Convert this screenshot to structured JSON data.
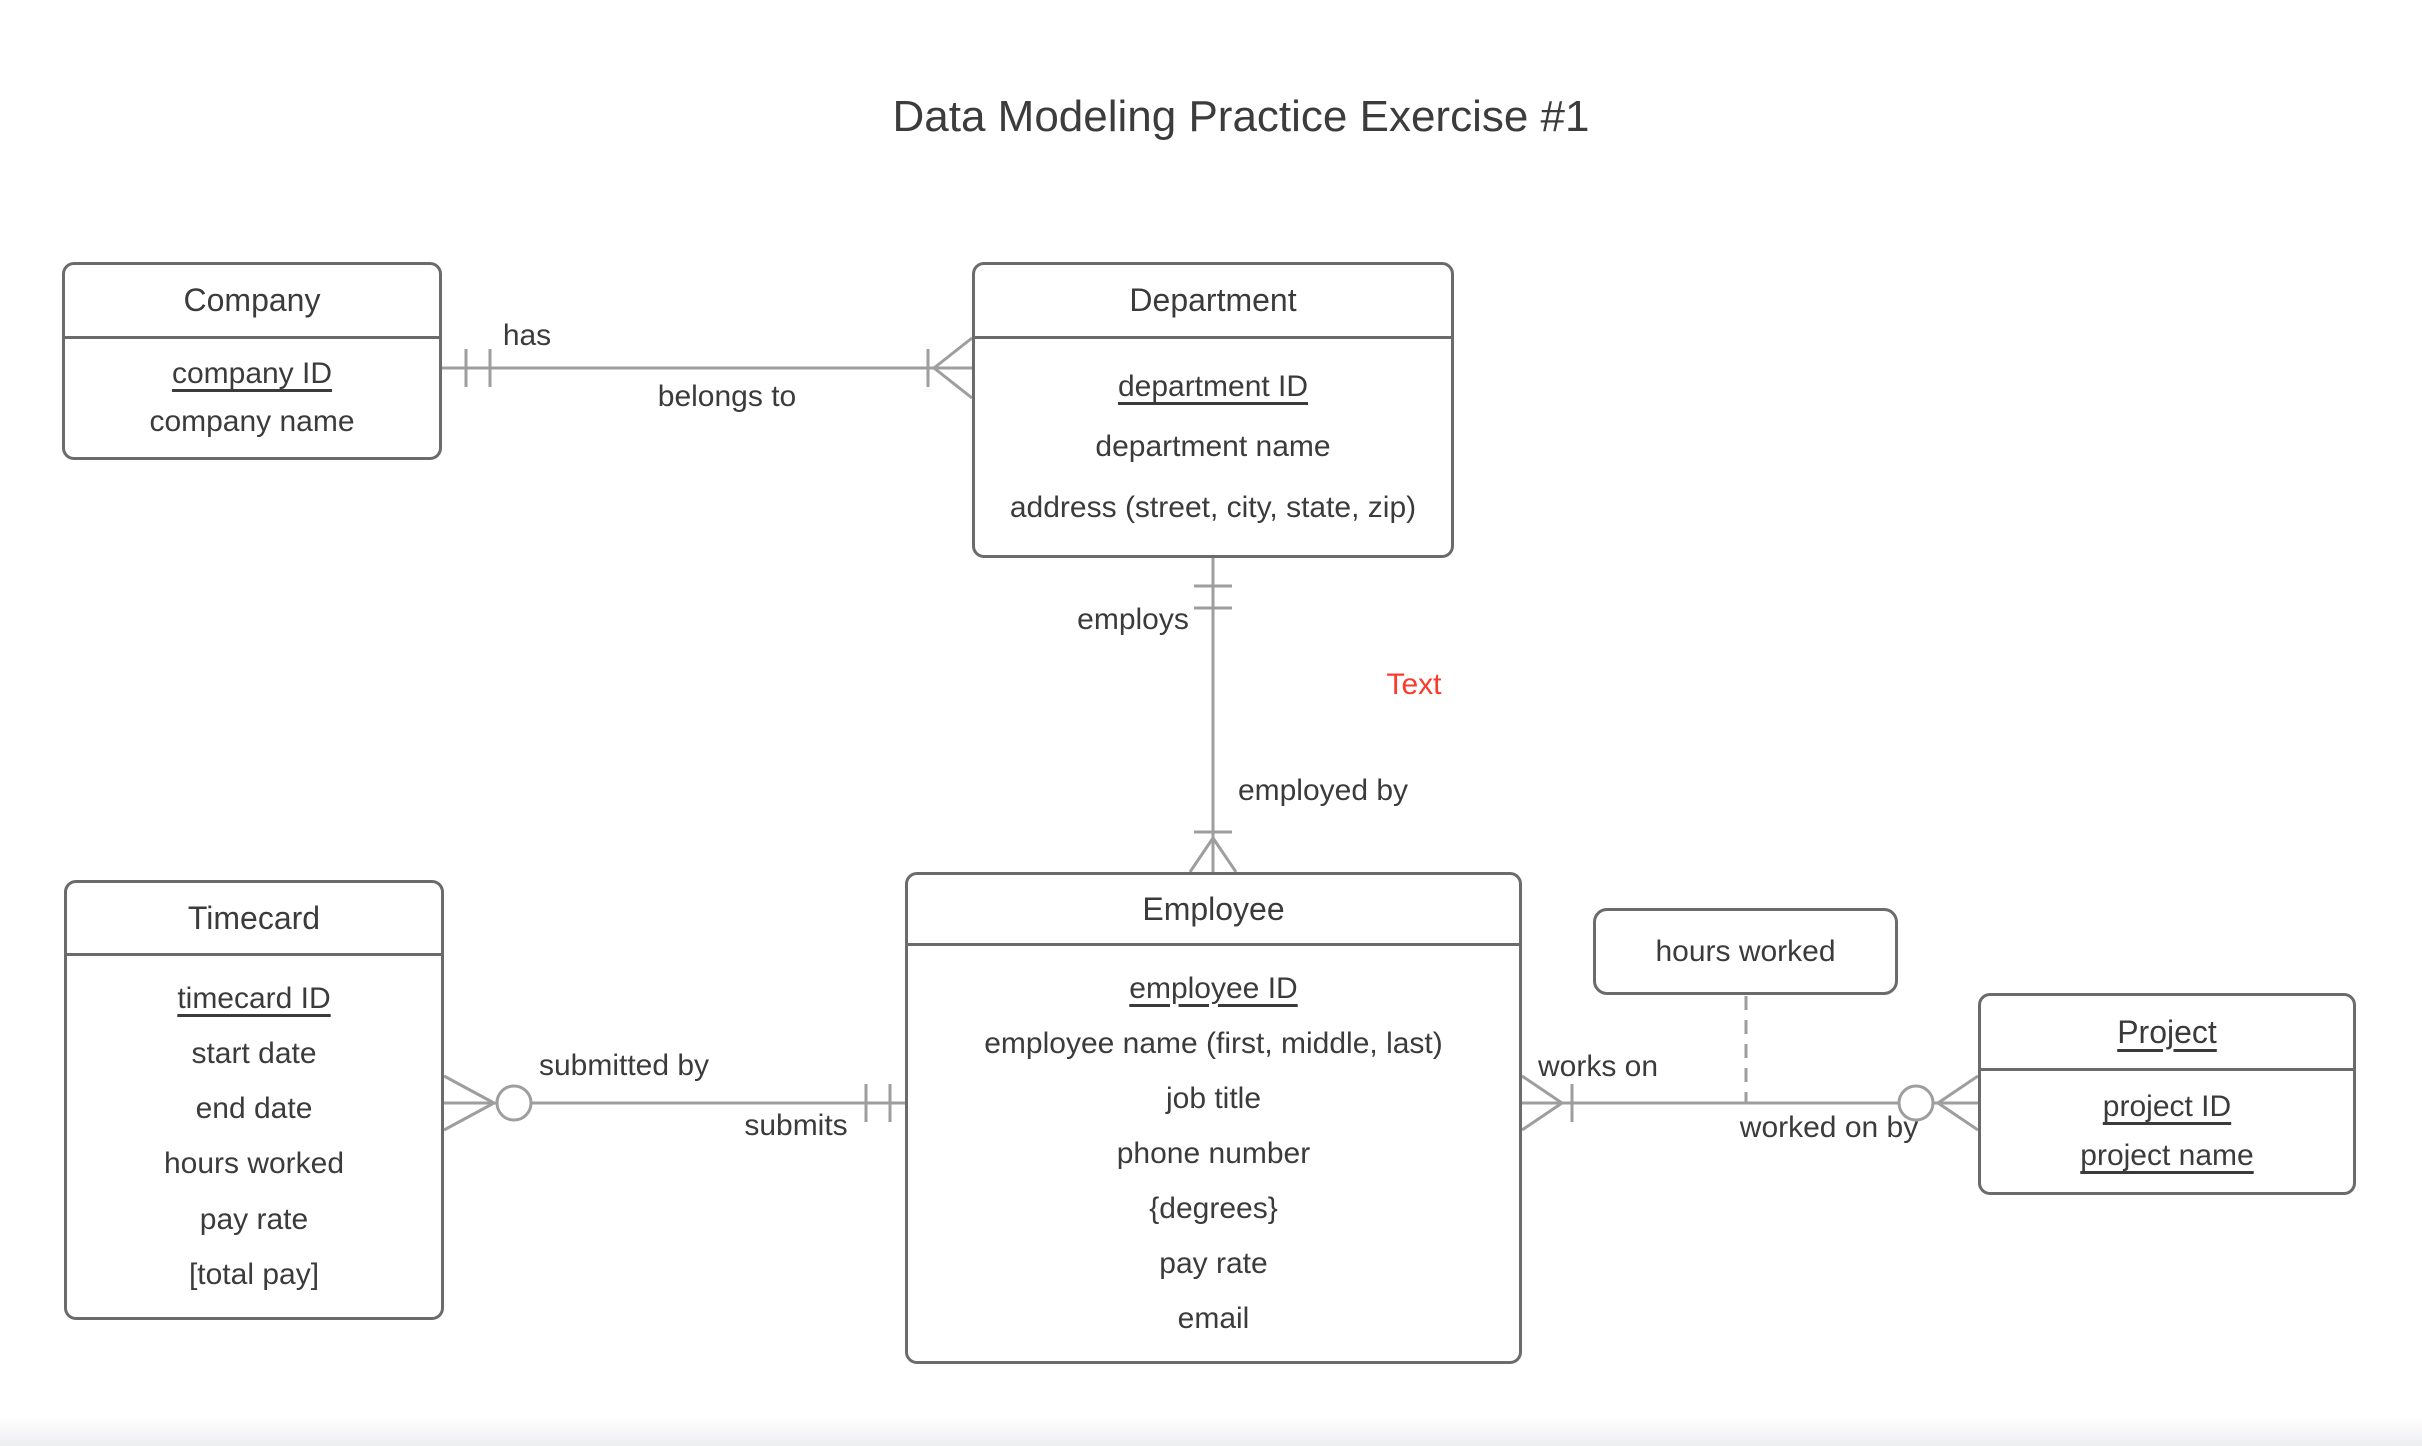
{
  "diagram": {
    "title": "Data Modeling Practice Exercise #1",
    "notation": "crow's foot",
    "colors": {
      "background": "#ffffff",
      "entity_border": "#6b6b6b",
      "connector": "#9e9e9e",
      "text": "#3b3b3b",
      "annotation": "#fa3b2c"
    }
  },
  "entities": {
    "company": {
      "name": "Company",
      "attributes": [
        {
          "label": "company ID",
          "primary_key": true
        },
        {
          "label": "company name",
          "primary_key": false
        }
      ]
    },
    "department": {
      "name": "Department",
      "attributes": [
        {
          "label": "department ID",
          "primary_key": true
        },
        {
          "label": "department name",
          "primary_key": false
        },
        {
          "label": "address (street, city, state, zip)",
          "primary_key": false
        }
      ]
    },
    "timecard": {
      "name": "Timecard",
      "attributes": [
        {
          "label": "timecard ID",
          "primary_key": true
        },
        {
          "label": "start date",
          "primary_key": false
        },
        {
          "label": "end date",
          "primary_key": false
        },
        {
          "label": "hours worked",
          "primary_key": false
        },
        {
          "label": "pay rate",
          "primary_key": false
        },
        {
          "label": "[total pay]",
          "primary_key": false
        }
      ]
    },
    "employee": {
      "name": "Employee",
      "attributes": [
        {
          "label": "employee ID",
          "primary_key": true
        },
        {
          "label": "employee name (first, middle, last)",
          "primary_key": false
        },
        {
          "label": "job title",
          "primary_key": false
        },
        {
          "label": "phone number",
          "primary_key": false
        },
        {
          "label": "{degrees}",
          "primary_key": false
        },
        {
          "label": "pay rate",
          "primary_key": false
        },
        {
          "label": "email",
          "primary_key": false
        }
      ]
    },
    "project": {
      "name": "Project",
      "name_underlined": true,
      "attributes": [
        {
          "label": "project ID",
          "primary_key": true
        },
        {
          "label": "project name",
          "primary_key": true
        }
      ]
    }
  },
  "relationships": {
    "company_department": {
      "label_top": "has",
      "label_bottom": "belongs to",
      "company_end": "one and only one",
      "department_end": "one or many"
    },
    "department_employee": {
      "label_left": "employs",
      "label_right": "employed by",
      "department_end": "one and only one",
      "employee_end": "one or many"
    },
    "timecard_employee": {
      "label_top": "submitted by",
      "label_bottom": "submits",
      "timecard_end": "zero or many",
      "employee_end": "one and only one"
    },
    "employee_project": {
      "label_top": "works on",
      "label_bottom": "worked on by",
      "employee_end": "one or many",
      "project_end": "zero or many",
      "attribute": "hours worked"
    }
  },
  "annotation": {
    "label": "Text",
    "color": "#fa3b2c"
  }
}
